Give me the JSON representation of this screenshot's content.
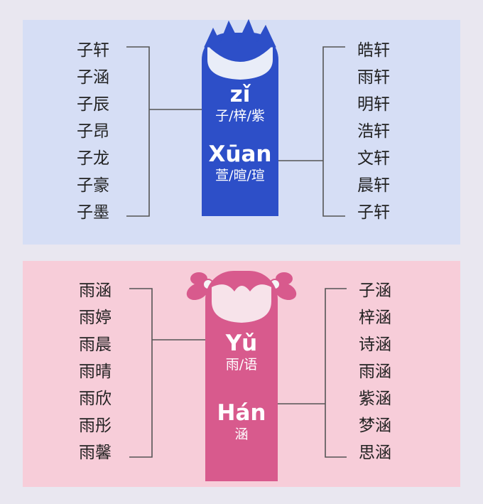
{
  "boy": {
    "left_names": [
      "子轩",
      "子涵",
      "子辰",
      "子昂",
      "子龙",
      "子豪",
      "子墨"
    ],
    "right_names": [
      "皓轩",
      "雨轩",
      "明轩",
      "浩轩",
      "文轩",
      "晨轩",
      "子轩"
    ],
    "syllables": [
      {
        "pinyin": "zǐ",
        "hanzi": "子/梓/紫"
      },
      {
        "pinyin": "Xūan",
        "hanzi": "萱/暄/瑄"
      }
    ],
    "color": "#2d4fc8"
  },
  "girl": {
    "left_names": [
      "雨涵",
      "雨婷",
      "雨晨",
      "雨晴",
      "雨欣",
      "雨彤",
      "雨馨"
    ],
    "right_names": [
      "子涵",
      "梓涵",
      "诗涵",
      "雨涵",
      "紫涵",
      "梦涵",
      "思涵"
    ],
    "syllables": [
      {
        "pinyin": "Yǔ",
        "hanzi": "雨/语"
      },
      {
        "pinyin": "Hán",
        "hanzi": "涵"
      }
    ],
    "color": "#d85a8d"
  }
}
